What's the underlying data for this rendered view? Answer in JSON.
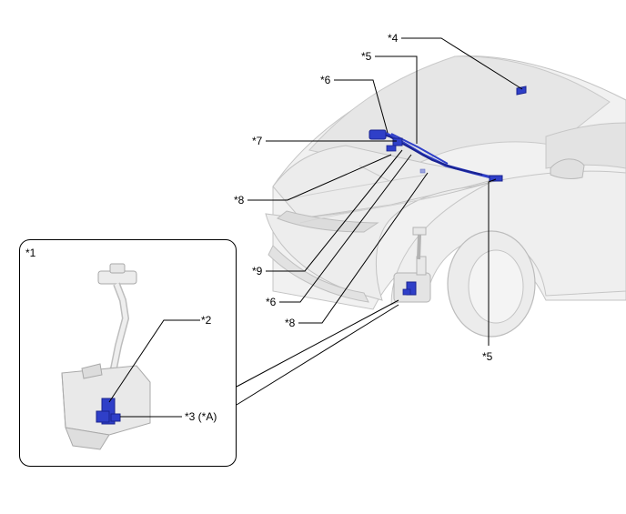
{
  "labels": {
    "l1": "*1",
    "l2": "*2",
    "l3": "*3 (*A)",
    "l4": "*4",
    "l5_top": "*5",
    "l5_bottom": "*5",
    "l6_top": "*6",
    "l6_bottom": "*6",
    "l7": "*7",
    "l8_top": "*8",
    "l8_bottom": "*8",
    "l9": "*9"
  },
  "colors": {
    "part_blue": "#2f3fc8",
    "part_dark": "#1a2390",
    "body_gray": "#e9e9e9",
    "line_gray": "#b5b5b5",
    "leader": "#000000"
  }
}
